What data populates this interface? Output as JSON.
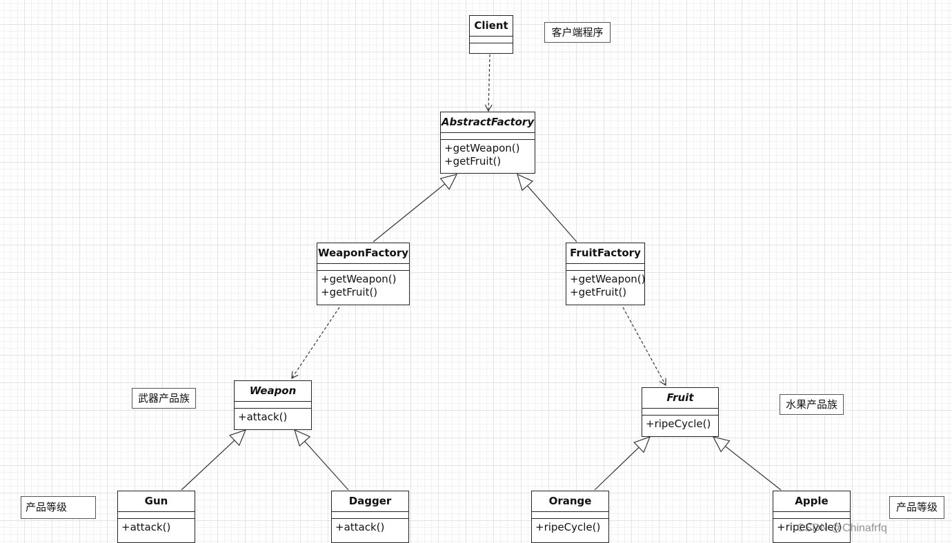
{
  "classes": {
    "client": {
      "name": "Client",
      "methods": []
    },
    "abstract_factory": {
      "name": "AbstractFactory",
      "methods": [
        "+getWeapon()",
        "+getFruit()"
      ]
    },
    "weapon_factory": {
      "name": "WeaponFactory",
      "methods": [
        "+getWeapon()",
        "+getFruit()"
      ]
    },
    "fruit_factory": {
      "name": "FruitFactory",
      "methods": [
        "+getWeapon()",
        "+getFruit()"
      ]
    },
    "weapon": {
      "name": "Weapon",
      "methods": [
        "+attack()"
      ]
    },
    "fruit": {
      "name": "Fruit",
      "methods": [
        "+ripeCycle()"
      ]
    },
    "gun": {
      "name": "Gun",
      "methods": [
        "+attack()"
      ]
    },
    "dagger": {
      "name": "Dagger",
      "methods": [
        "+attack()"
      ]
    },
    "orange": {
      "name": "Orange",
      "methods": [
        "+ripeCycle()"
      ]
    },
    "apple": {
      "name": "Apple",
      "methods": [
        "+ripeCycle()"
      ]
    }
  },
  "notes": {
    "client": "客户端程序",
    "weapon_family": "武器产品族",
    "fruit_family": "水果产品族",
    "product_level_left": "产品等级",
    "product_level_right": "产品等级"
  },
  "watermark": "CSDN @Chinafrfq"
}
